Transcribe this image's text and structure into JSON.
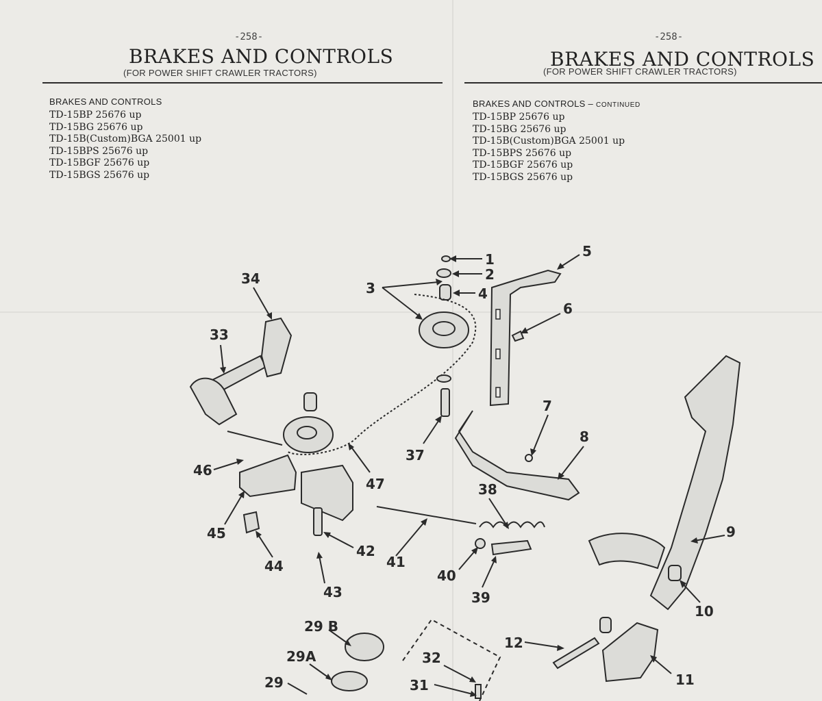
{
  "left": {
    "page_number": "-258-",
    "title": "BRAKES AND CONTROLS",
    "subtitle": "(FOR POWER SHIFT CRAWLER TRACTORS)",
    "section_heading": "BRAKES AND CONTROLS",
    "models": [
      "TD-15BP 25676 up",
      "TD-15BG 25676 up",
      "TD-15B(Custom)BGA 25001 up",
      "TD-15BPS 25676 up",
      "TD-15BGF 25676 up",
      "TD-15BGS 25676 up"
    ]
  },
  "right": {
    "page_number": "-258-",
    "title": "BRAKES AND CONTROLS",
    "subtitle": "(FOR POWER SHIFT CRAWLER TRACTORS)",
    "section_heading": "BRAKES AND CONTROLS –",
    "section_heading_suffix": "Continued",
    "models": [
      "TD-15BP 25676 up",
      "TD-15BG 25676 up",
      "TD-15B(Custom)BGA 25001 up",
      "TD-15BPS 25676 up",
      "TD-15BGF 25676 up",
      "TD-15BGS 25676 up"
    ]
  },
  "diagram": {
    "callouts": [
      "1",
      "2",
      "3",
      "4",
      "5",
      "6",
      "7",
      "8",
      "9",
      "10",
      "11",
      "12",
      "29",
      "29A",
      "29 B",
      "31",
      "32",
      "33",
      "34",
      "37",
      "38",
      "39",
      "40",
      "41",
      "42",
      "43",
      "44",
      "45",
      "46",
      "47"
    ]
  }
}
